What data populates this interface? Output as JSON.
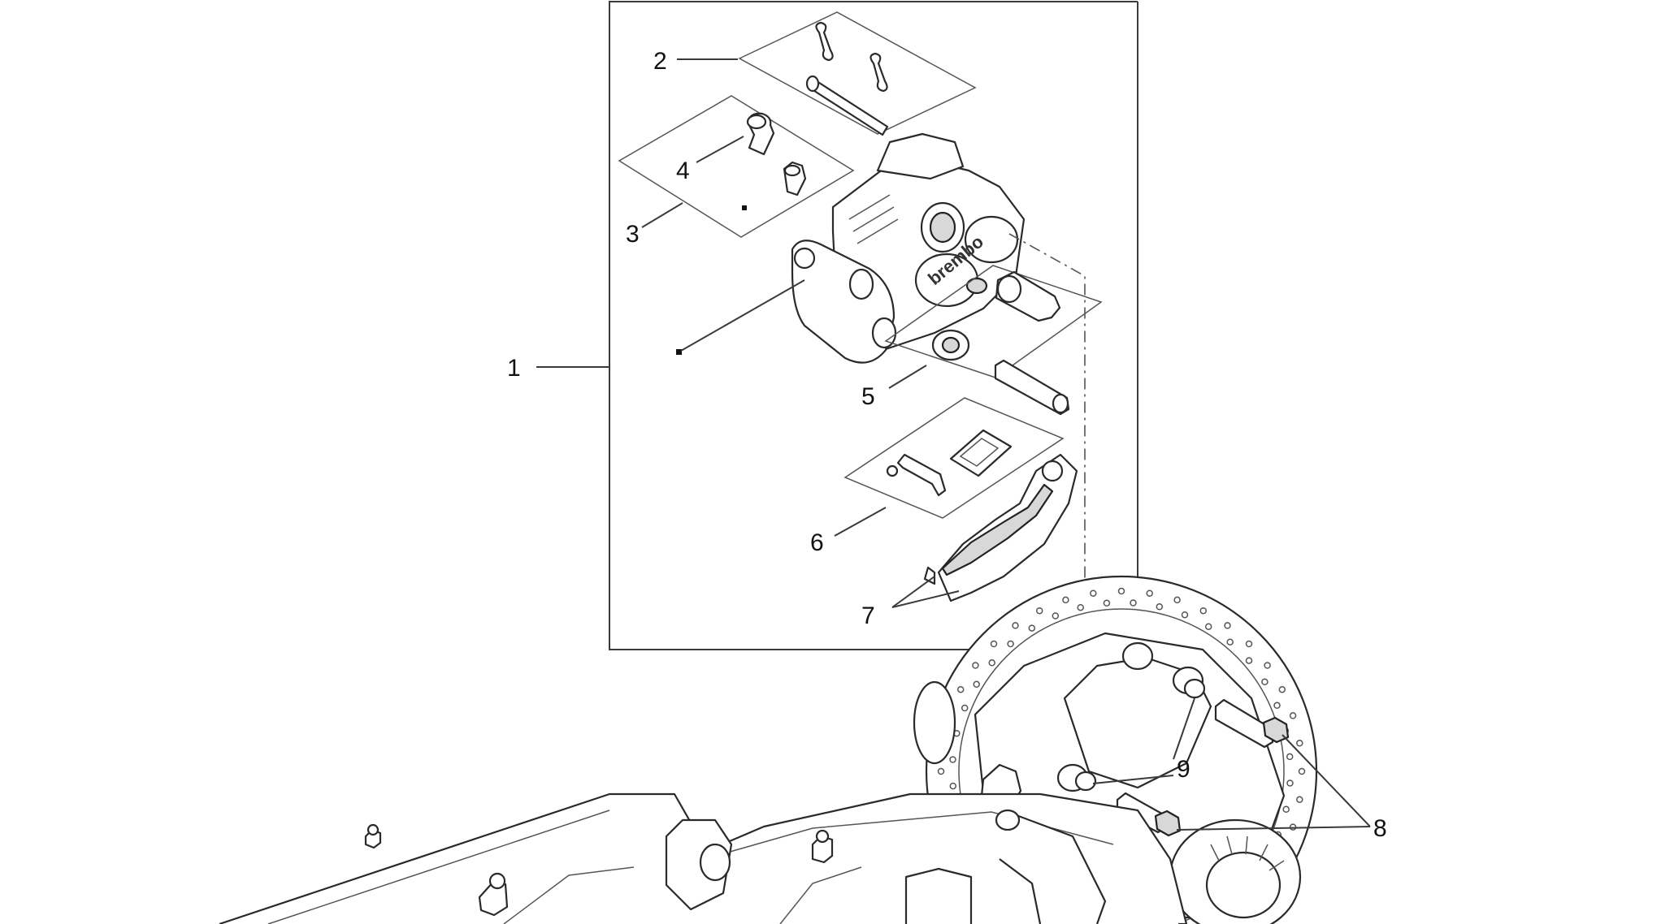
{
  "callouts": {
    "c1": "1",
    "c2": "2",
    "c3": "3",
    "c4": "4",
    "c5": "5",
    "c6": "6",
    "c7": "7",
    "c8": "8",
    "c9": "9"
  },
  "caliper_brand": "brembo",
  "colors": {
    "line": "#3a3a3a",
    "background": "#ffffff"
  }
}
